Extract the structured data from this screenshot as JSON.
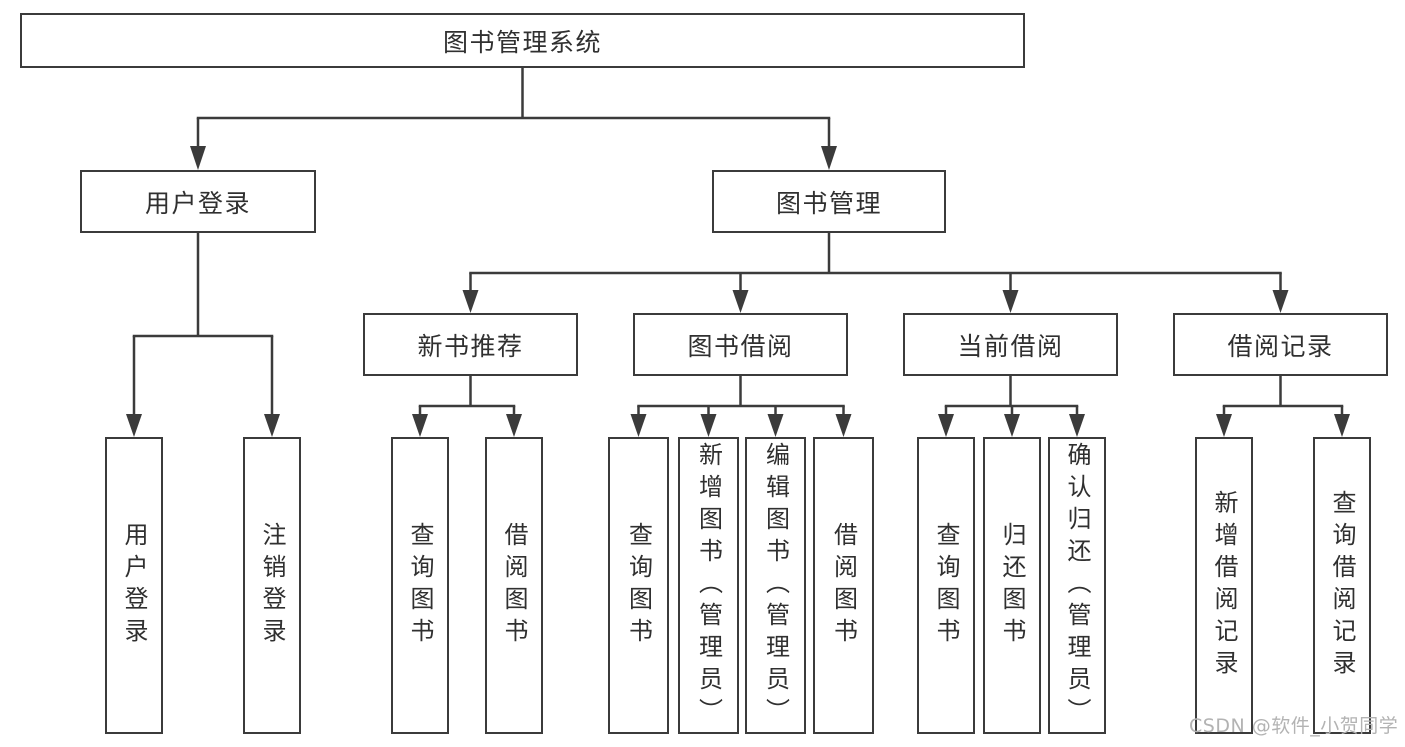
{
  "tree": {
    "root": "图书管理系统",
    "branches": [
      {
        "label": "用户登录",
        "children": [
          "用户登录",
          "注销登录"
        ]
      },
      {
        "label": "图书管理",
        "children": [
          {
            "label": "新书推荐",
            "children": [
              "查询图书",
              "借阅图书"
            ]
          },
          {
            "label": "图书借阅",
            "children": [
              "查询图书",
              "新增图书（管理员）",
              "编辑图书（管理员）",
              "借阅图书"
            ]
          },
          {
            "label": "当前借阅",
            "children": [
              "查询图书",
              "归还图书",
              "确认归还（管理员）"
            ]
          },
          {
            "label": "借阅记录",
            "children": [
              "新增借阅记录",
              "查询借阅记录"
            ]
          }
        ]
      }
    ]
  },
  "watermark": {
    "text": "CSDN @软件_小贺同学"
  },
  "colors": {
    "line": "#3b3b3b",
    "text": "#303030",
    "watermark": "#b3b3b3",
    "background": "#ffffff"
  }
}
